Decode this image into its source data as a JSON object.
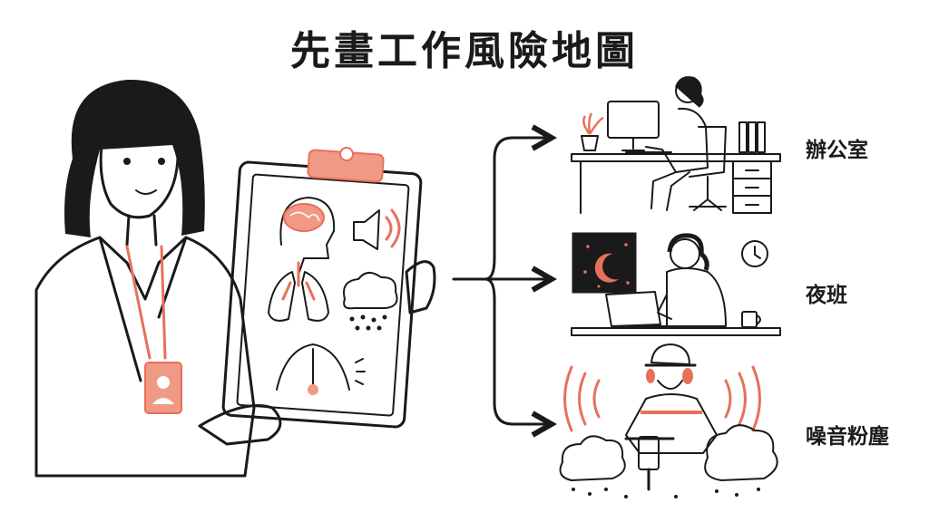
{
  "title": "先畫工作風險地圖",
  "branches": [
    {
      "label": "辦公室"
    },
    {
      "label": "夜班"
    },
    {
      "label": "噪音粉塵"
    }
  ],
  "colors": {
    "accent": "#e8705a",
    "ink": "#1a1a1a",
    "background": "#ffffff"
  }
}
